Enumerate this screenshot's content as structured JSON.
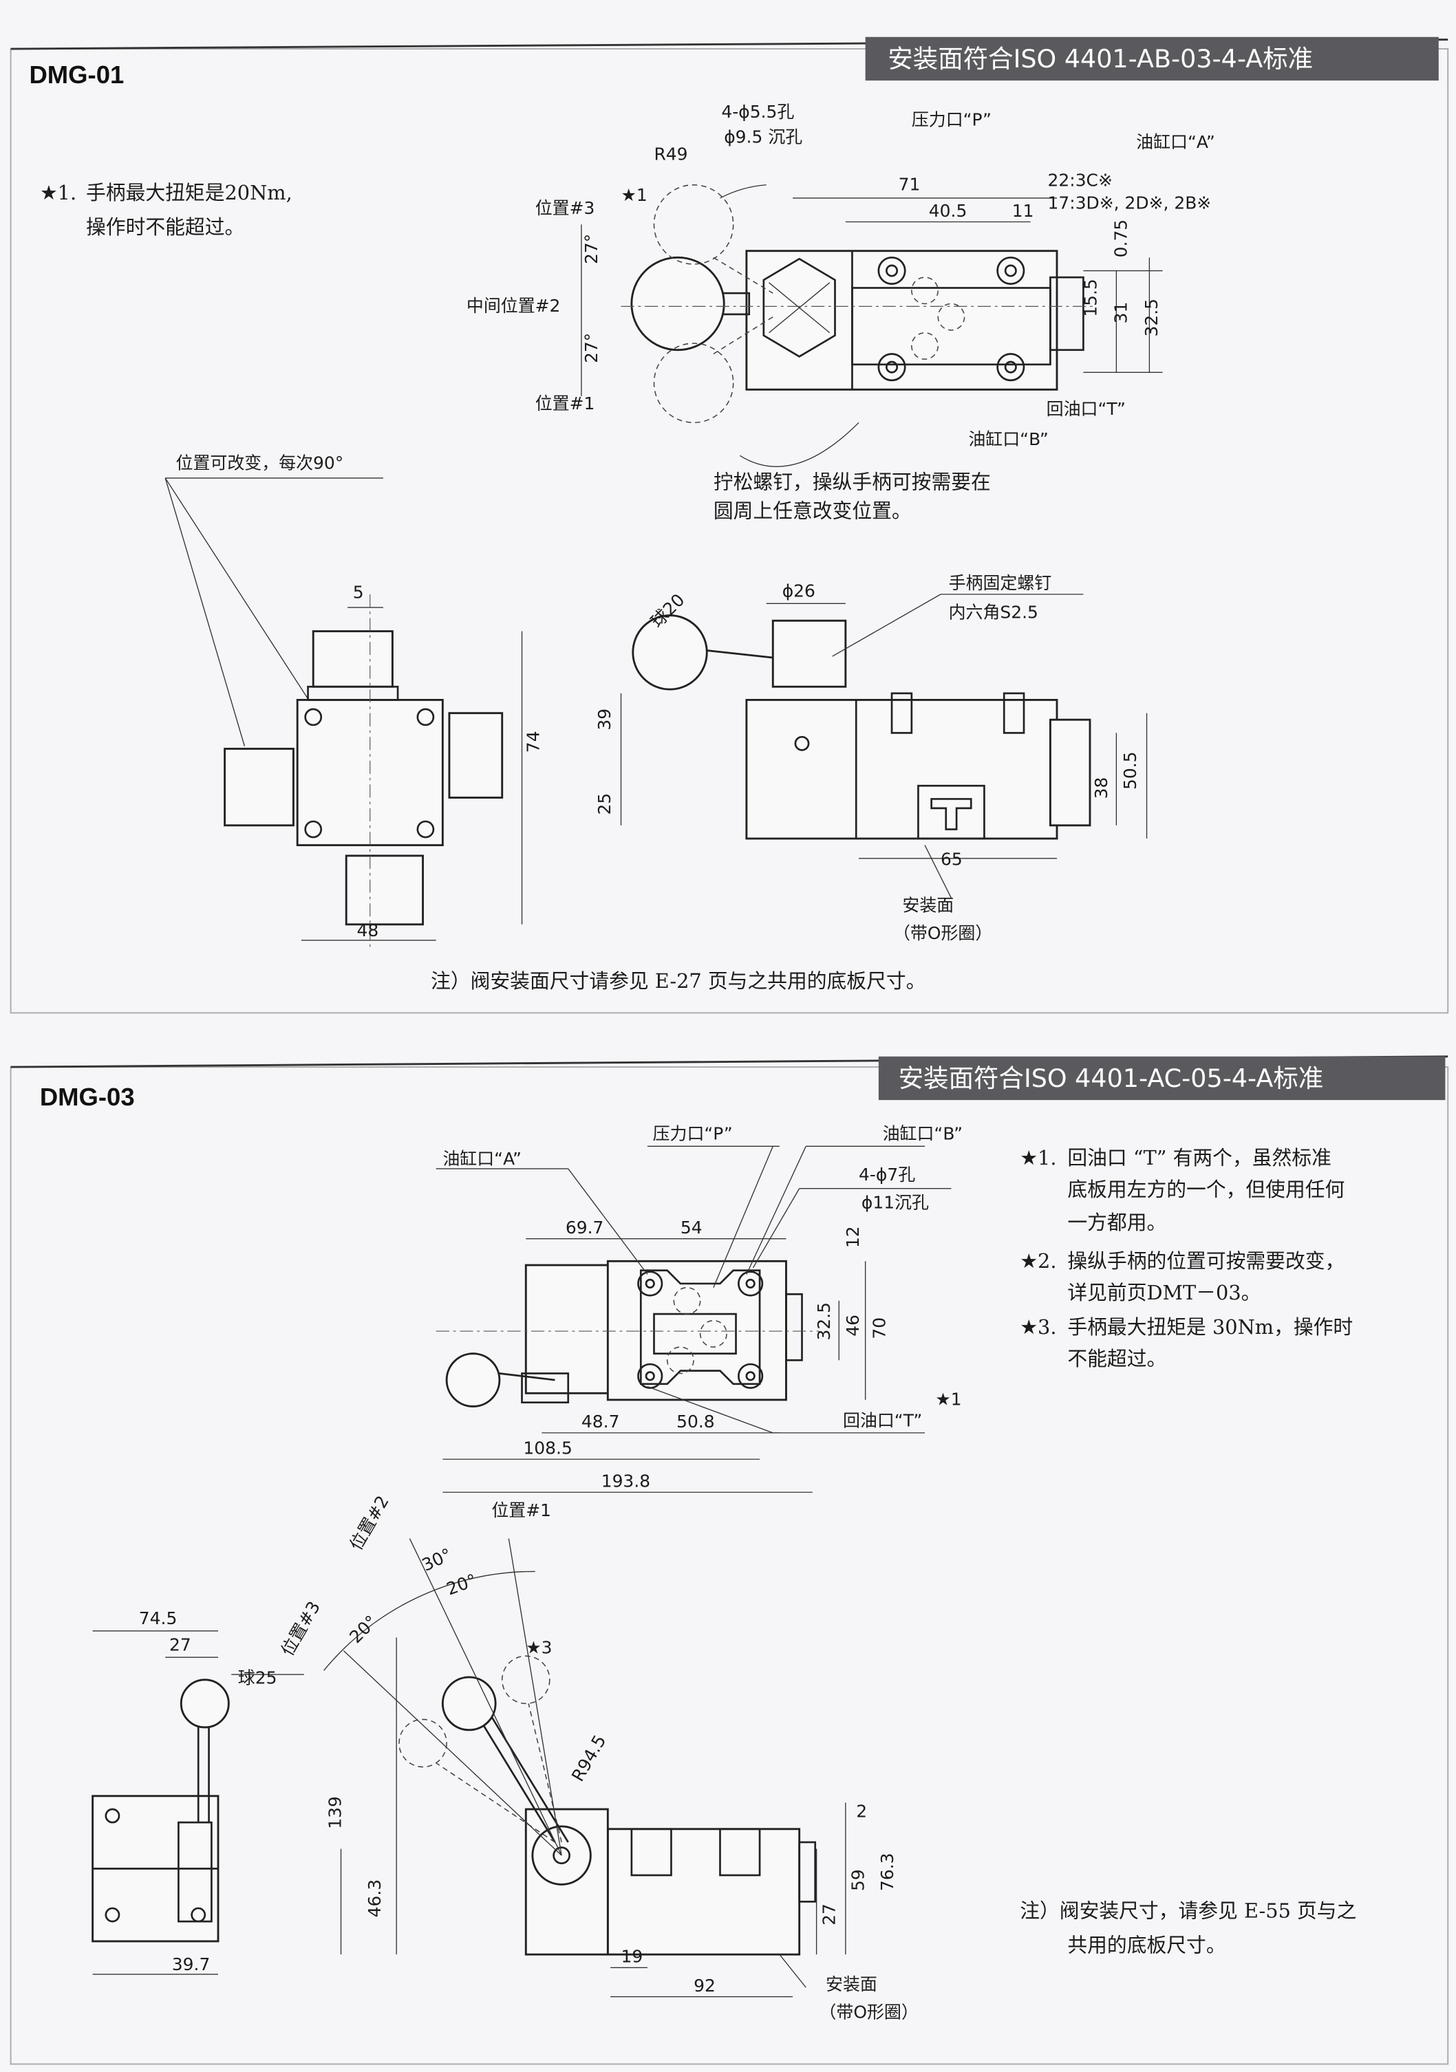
{
  "colors": {
    "header_band": "#5a5a5e",
    "page_bg": "#f6f6f8",
    "line": "#222222"
  },
  "dmg01": {
    "model": "DMG-01",
    "standard": "安装面符合ISO 4401-AB-03-4-A标准",
    "note_star": "★1.",
    "note_line1": "手柄最大扭矩是20Nm,",
    "note_line2": "操作时不能超过。",
    "labels": {
      "holes": "4-ϕ5.5孔",
      "counterbore": "ϕ9.5 沉孔",
      "pressure_port": "压力口“P”",
      "cyl_a": "油缸口“A”",
      "r49": "R49",
      "pos3": "位置#3",
      "star1": "★1",
      "mid_pos2": "中间位置#2",
      "pos1": "位置#1",
      "deg_top": "27°",
      "deg_bottom": "27°",
      "return_t": "回油口“T”",
      "cyl_b": "油缸口“B”",
      "variant1": "22:3C※",
      "variant2": "17:3D※, 2D※, 2B※",
      "loosen1": "拧松螺钉，操纵手柄可按需要在",
      "loosen2": "圆周上任意改变位置。",
      "position_change": "位置可改变，每次90°",
      "ball20": "球20",
      "phi26": "ϕ26",
      "handle_screw1": "手柄固定螺钉",
      "handle_screw2": "内六角S2.5",
      "mount_face": "安装面",
      "oring": "（带O形圈）",
      "footnote": "注）阀安装面尺寸请参见 E-27 页与之共用的底板尺寸。"
    },
    "dims": {
      "d71": "71",
      "d40_5": "40.5",
      "d11": "11",
      "d0_75": "0.75",
      "d15_5": "15.5",
      "d31": "31",
      "d32_5": "32.5",
      "d5": "5",
      "d74": "74",
      "d48": "48",
      "d39": "39",
      "d25": "25",
      "d65": "65",
      "d38": "38",
      "d50_5": "50.5"
    }
  },
  "dmg03": {
    "model": "DMG-03",
    "standard": "安装面符合ISO 4401-AC-05-4-A标准",
    "notes": [
      {
        "star": "★1.",
        "lines": [
          "回油口 “T” 有两个，虽然标准",
          "底板用左方的一个，但使用任何",
          "一方都用。"
        ]
      },
      {
        "star": "★2.",
        "lines": [
          "操纵手柄的位置可按需要改变，",
          "详见前页DMT－03。"
        ]
      },
      {
        "star": "★3.",
        "lines": [
          "手柄最大扭矩是 30Nm，操作时",
          "不能超过。"
        ]
      }
    ],
    "labels": {
      "pressure_port": "压力口“P”",
      "cyl_b": "油缸口“B”",
      "cyl_a": "油缸口“A”",
      "holes": "4-ϕ7孔",
      "counterbore": "ϕ11沉孔",
      "return_t": "回油口“T”",
      "star1": "★1",
      "star3": "★3",
      "pos1": "位置#1",
      "pos2": "位置#2",
      "pos3": "位置#3",
      "deg30": "30°",
      "deg20a": "20°",
      "deg20b": "20°",
      "ball25": "球25",
      "r94_5": "R94.5",
      "mount_face": "安装面",
      "oring": "（带O形圈）",
      "footnote1": "注）阀安装尺寸，请参见 E-55 页与之",
      "footnote2": "共用的底板尺寸。"
    },
    "dims": {
      "d69_7": "69.7",
      "d54": "54",
      "d12": "12",
      "d32_5": "32.5",
      "d46": "46",
      "d70": "70",
      "d48_7": "48.7",
      "d50_8": "50.8",
      "d108_5": "108.5",
      "d193_8": "193.8",
      "d74_5": "74.5",
      "d27": "27",
      "d139": "139",
      "d46_3": "46.3",
      "d39_7": "39.7",
      "d2": "2",
      "d76_3": "76.3",
      "d59": "59",
      "d27b": "27",
      "d19": "19",
      "d92": "92"
    }
  }
}
